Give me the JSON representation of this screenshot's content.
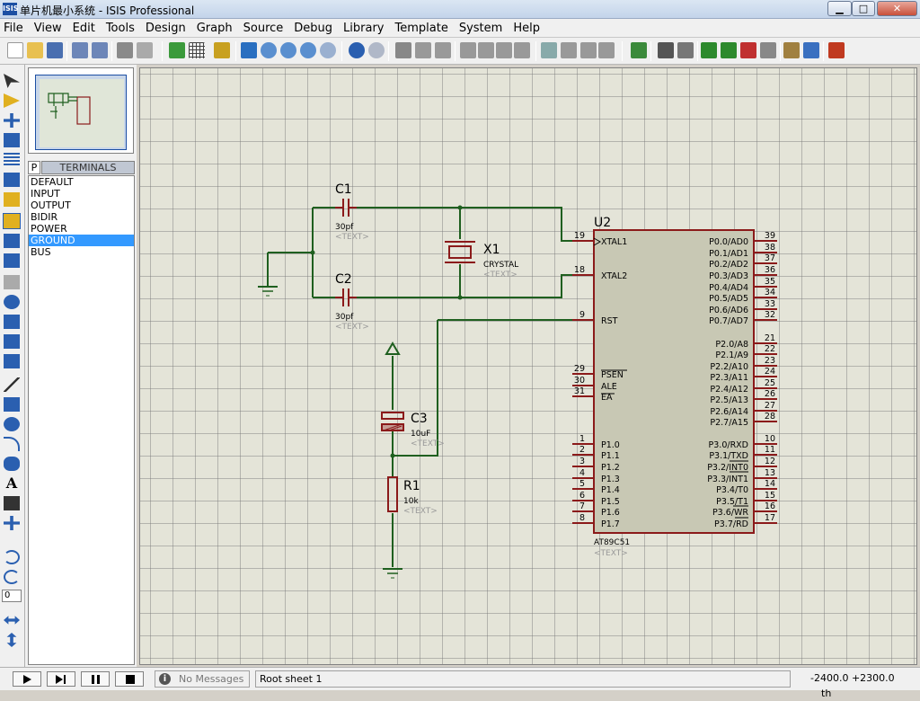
{
  "window": {
    "title": "单片机最小系统 - ISIS Professional",
    "app_icon_text": "ISIS",
    "minimize_label": "▁",
    "maximize_label": "□",
    "close_label": "✕"
  },
  "menu": [
    "File",
    "View",
    "Edit",
    "Tools",
    "Design",
    "Graph",
    "Source",
    "Debug",
    "Library",
    "Template",
    "System",
    "Help"
  ],
  "side_panel": {
    "mode_button": "P",
    "list_title": "TERMINALS",
    "items": [
      "DEFAULT",
      "INPUT",
      "OUTPUT",
      "BIDIR",
      "POWER",
      "GROUND",
      "BUS"
    ],
    "selected": "GROUND"
  },
  "left_tools": {
    "rotation_value": "0"
  },
  "schematic": {
    "c1": {
      "ref": "C1",
      "value": "30pf",
      "text": "<TEXT>"
    },
    "c2": {
      "ref": "C2",
      "value": "30pf",
      "text": "<TEXT>"
    },
    "c3": {
      "ref": "C3",
      "value": "10uF",
      "text": "<TEXT>"
    },
    "x1": {
      "ref": "X1",
      "value": "CRYSTAL",
      "text": "<TEXT>"
    },
    "r1": {
      "ref": "R1",
      "value": "10k",
      "text": "<TEXT>"
    },
    "u2": {
      "ref": "U2",
      "part": "AT89C51",
      "text": "<TEXT>",
      "left_pins": [
        {
          "num": "19",
          "name": "XTAL1"
        },
        {
          "num": "18",
          "name": "XTAL2"
        },
        {
          "num": "9",
          "name": "RST"
        },
        {
          "num": "29",
          "name": "PSEN"
        },
        {
          "num": "30",
          "name": "ALE"
        },
        {
          "num": "31",
          "name": "EA"
        },
        {
          "num": "1",
          "name": "P1.0"
        },
        {
          "num": "2",
          "name": "P1.1"
        },
        {
          "num": "3",
          "name": "P1.2"
        },
        {
          "num": "4",
          "name": "P1.3"
        },
        {
          "num": "5",
          "name": "P1.4"
        },
        {
          "num": "6",
          "name": "P1.5"
        },
        {
          "num": "7",
          "name": "P1.6"
        },
        {
          "num": "8",
          "name": "P1.7"
        }
      ],
      "right_pins": [
        {
          "num": "39",
          "name": "P0.0/AD0"
        },
        {
          "num": "38",
          "name": "P0.1/AD1"
        },
        {
          "num": "37",
          "name": "P0.2/AD2"
        },
        {
          "num": "36",
          "name": "P0.3/AD3"
        },
        {
          "num": "35",
          "name": "P0.4/AD4"
        },
        {
          "num": "34",
          "name": "P0.5/AD5"
        },
        {
          "num": "33",
          "name": "P0.6/AD6"
        },
        {
          "num": "32",
          "name": "P0.7/AD7"
        },
        {
          "num": "21",
          "name": "P2.0/A8"
        },
        {
          "num": "22",
          "name": "P2.1/A9"
        },
        {
          "num": "23",
          "name": "P2.2/A10"
        },
        {
          "num": "24",
          "name": "P2.3/A11"
        },
        {
          "num": "25",
          "name": "P2.4/A12"
        },
        {
          "num": "26",
          "name": "P2.5/A13"
        },
        {
          "num": "27",
          "name": "P2.6/A14"
        },
        {
          "num": "28",
          "name": "P2.7/A15"
        },
        {
          "num": "10",
          "name": "P3.0/RXD"
        },
        {
          "num": "11",
          "name": "P3.1/TXD"
        },
        {
          "num": "12",
          "name": "P3.2/INT0"
        },
        {
          "num": "13",
          "name": "P3.3/INT1"
        },
        {
          "num": "14",
          "name": "P3.4/T0"
        },
        {
          "num": "15",
          "name": "P3.5/T1"
        },
        {
          "num": "16",
          "name": "P3.6/WR"
        },
        {
          "num": "17",
          "name": "P3.7/RD"
        }
      ]
    }
  },
  "status": {
    "messages": "No Messages",
    "sheet": "Root sheet 1",
    "coord_x": "-2400.0",
    "coord_y": "+2300.0",
    "units": "th"
  },
  "colors": {
    "wire": "#1f5f1f",
    "component": "#8b1a1a",
    "pin_text": "#000000",
    "ic_body": "#c8c8b4",
    "selection": "#3399ff"
  }
}
